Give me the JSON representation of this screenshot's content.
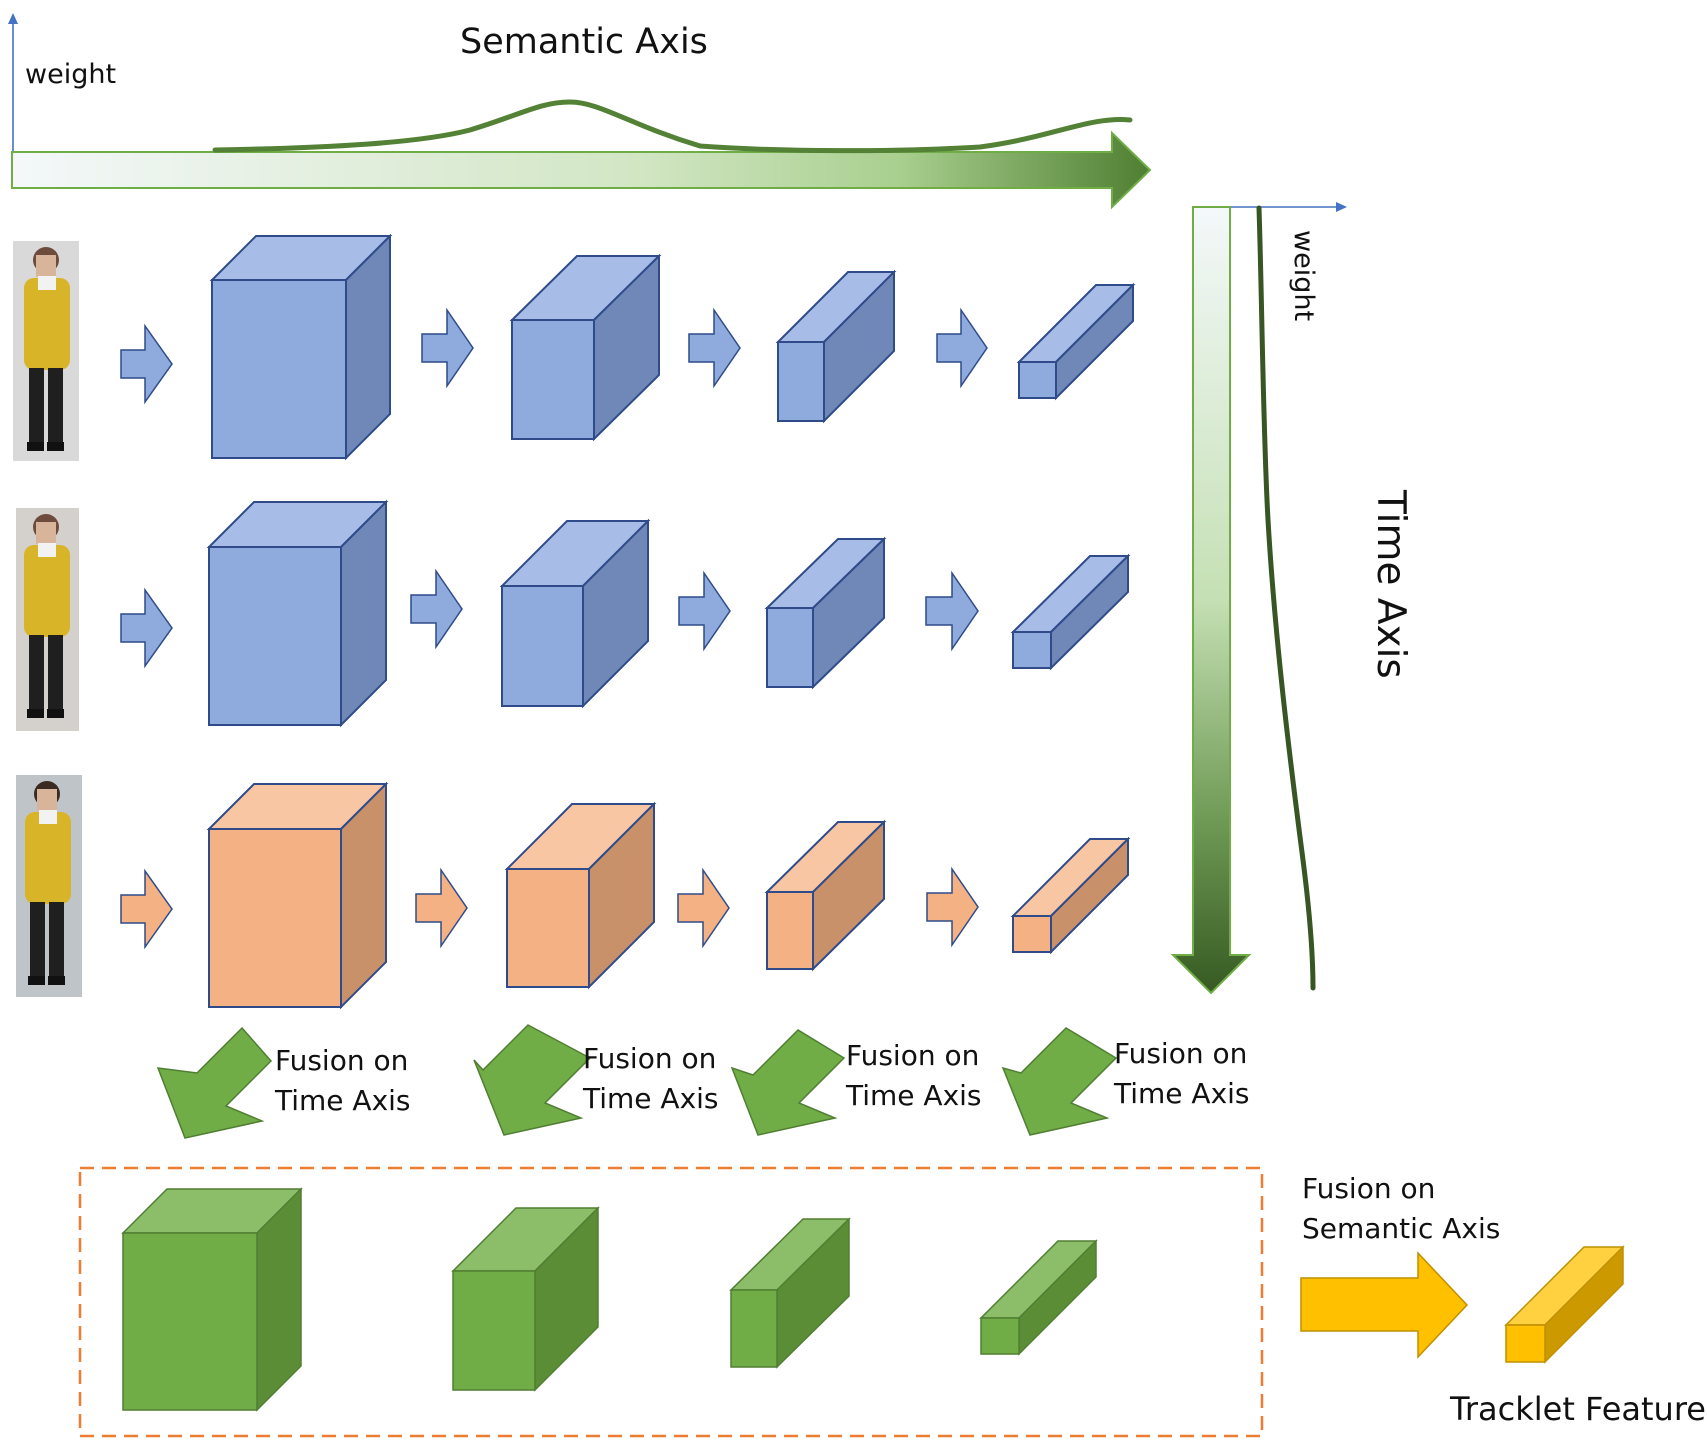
{
  "title": "Semantic Axis",
  "semantic_axis": {
    "weight_label": "weight",
    "curve_color": "#538135",
    "arrow_color": "#548235"
  },
  "time_axis": {
    "label": "Time Axis",
    "weight_label": "weight",
    "curve_color": "#375623"
  },
  "frames": [
    {
      "color": "blue"
    },
    {
      "color": "blue"
    },
    {
      "color": "orange"
    }
  ],
  "fusion_time_labels": [
    {
      "line1": "Fusion on",
      "line2": "Time Axis"
    },
    {
      "line1": "Fusion on",
      "line2": "Time Axis"
    },
    {
      "line1": "Fusion on",
      "line2": "Time Axis"
    },
    {
      "line1": "Fusion on",
      "line2": "Time Axis"
    }
  ],
  "fusion_semantic": {
    "line1": "Fusion on",
    "line2": "Semantic Axis"
  },
  "output_label": "Tracklet Feature",
  "colors": {
    "blue_front": "#8faadc",
    "blue_top": "#a7bce6",
    "blue_side": "#7088b8",
    "blue_edge": "#2f4b8a",
    "orange_front": "#f4b183",
    "orange_top": "#f8c6a2",
    "orange_side": "#c9916a",
    "green_front": "#70ad47",
    "green_top": "#8cbd69",
    "green_side": "#5a8d36",
    "yellow": "#ffc000",
    "dashed_border": "#ed7d31",
    "axis_blue": "#4472c4"
  }
}
